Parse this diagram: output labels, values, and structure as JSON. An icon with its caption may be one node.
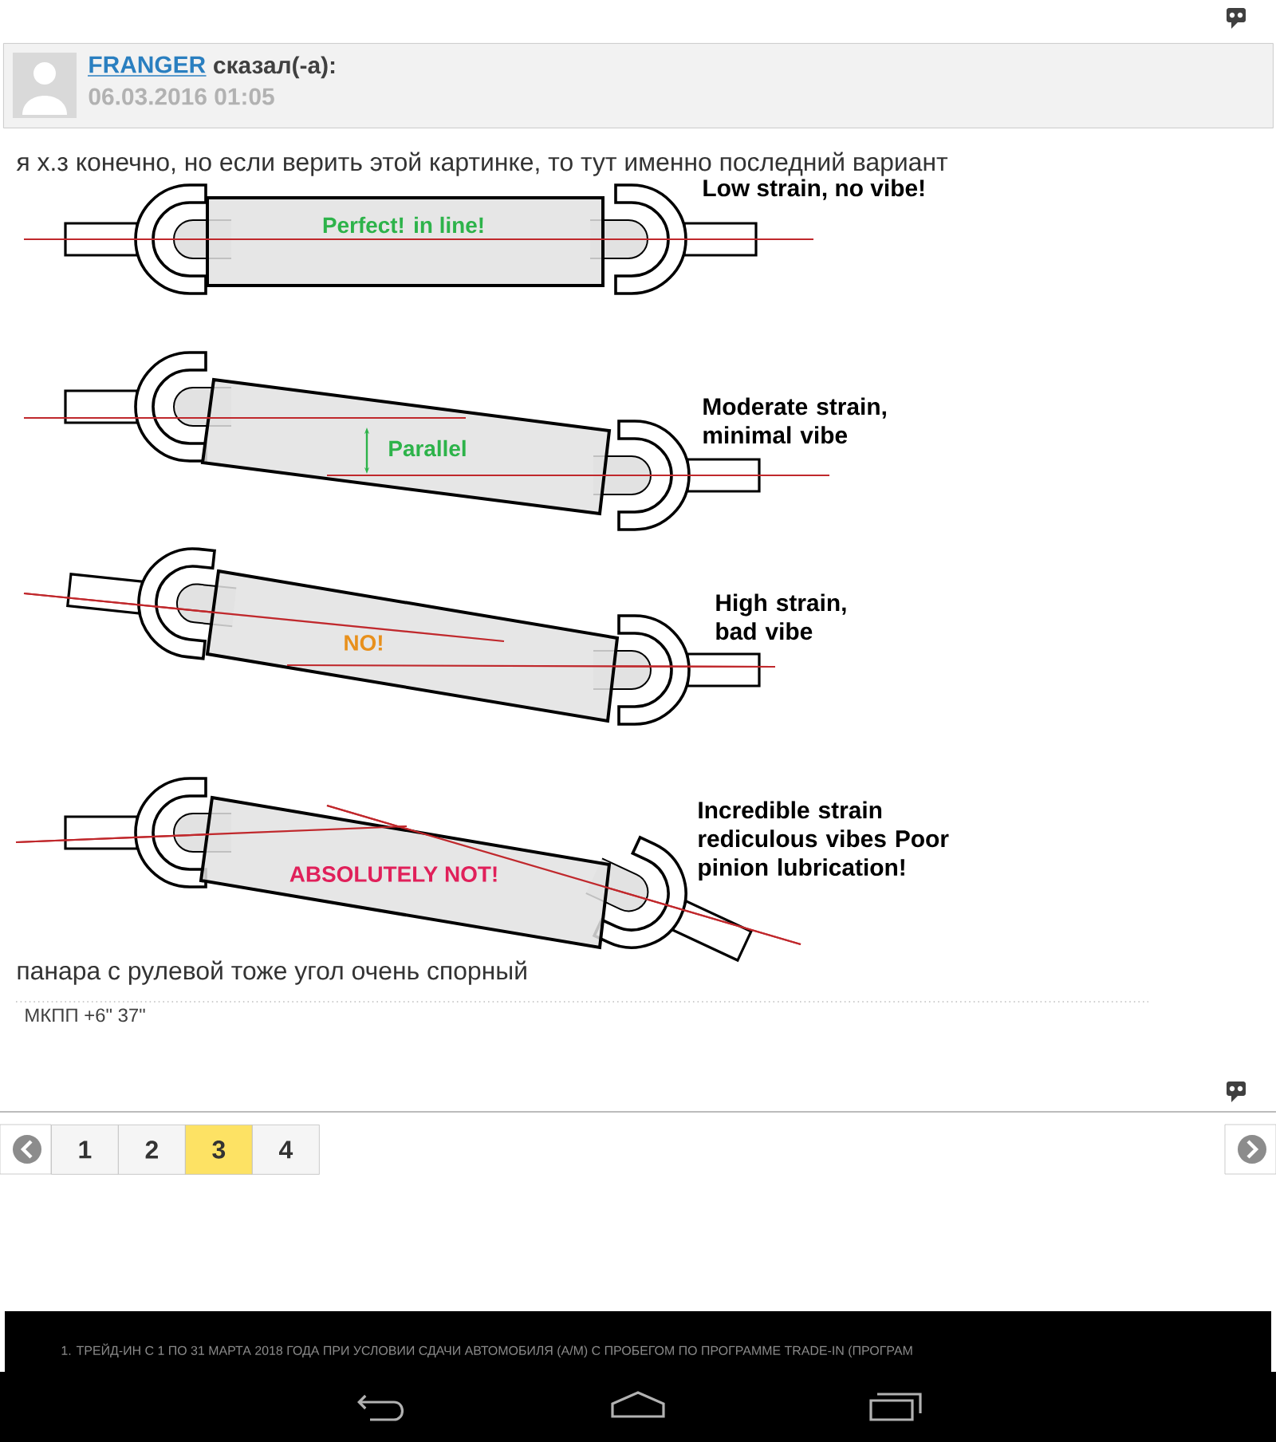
{
  "diagram": {
    "nodes": [
      {
        "text": [
          "FRANGER",
          "сказал(-а):",
          "06.03.2016 01:05"
        ]
      },
      {
        "text": [
          "Perfect!  in line!"
        ]
      },
      {
        "text": [
          "Parallel"
        ]
      },
      {
        "text": [
          "NO!"
        ]
      },
      {
        "text": [
          "ABSOLUTELY NOT!"
        ]
      },
      {
        "text": [
          "1"
        ]
      },
      {
        "text": [
          "2"
        ]
      },
      {
        "text": [
          "3"
        ]
      },
      {
        "text": [
          "4"
        ]
      }
    ],
    "labels": [
      "я х.з конечно, но если верить этой картинке, то тут именно последний вариант",
      "Low strain, no vibe!",
      "Moderate strain, minimal vibe",
      "High strain, bad vibe",
      "Incredible strain rediculous vibes Poor pinion lubrication!",
      "панара с рулевой тоже угол очень спорный",
      "МКПП +6\" 37\"",
      "1. ТРЕЙД-ИН С 1 ПО 31 МАРТА 2018 ГОДА ПРИ УСЛОВИИ СДАЧИ АВТОМОБИЛЯ (А/М) С ПРОБЕГОМ ПО ПРОГРАММЕ TRADE-IN (ПРОГРАМ"
    ]
  }
}
